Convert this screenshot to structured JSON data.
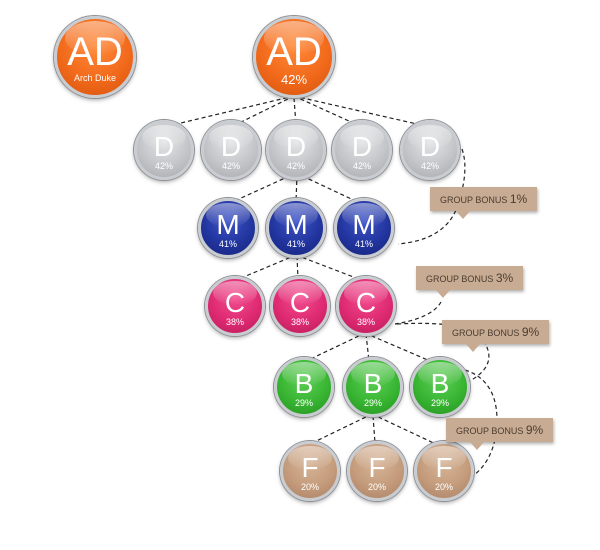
{
  "legend": {
    "letter": "AD",
    "label": "Arch Duke",
    "color": "#f26a1b"
  },
  "root": {
    "letter": "AD",
    "pct": "42%",
    "color": "#f26a1b"
  },
  "levels": {
    "d": {
      "letter": "D",
      "color": "#c3c5c8",
      "nodes": [
        "42%",
        "42%",
        "42%",
        "42%",
        "42%"
      ]
    },
    "m": {
      "letter": "M",
      "color": "#22359f",
      "nodes": [
        "41%",
        "41%",
        "41%"
      ]
    },
    "c": {
      "letter": "C",
      "color": "#de2a72",
      "nodes": [
        "38%",
        "38%",
        "38%"
      ]
    },
    "b": {
      "letter": "B",
      "color": "#38b532",
      "nodes": [
        "29%",
        "29%",
        "29%"
      ]
    },
    "f": {
      "letter": "F",
      "color": "#c49c7c",
      "nodes": [
        "20%",
        "20%",
        "20%"
      ]
    }
  },
  "bonuses": [
    {
      "label": "GROUP BONUS",
      "value": "1%"
    },
    {
      "label": "GROUP BONUS",
      "value": "3%"
    },
    {
      "label": "GROUP BONUS",
      "value": "9%"
    },
    {
      "label": "GROUP BONUS",
      "value": "9%"
    }
  ],
  "bonus_color": "#c7ab93"
}
